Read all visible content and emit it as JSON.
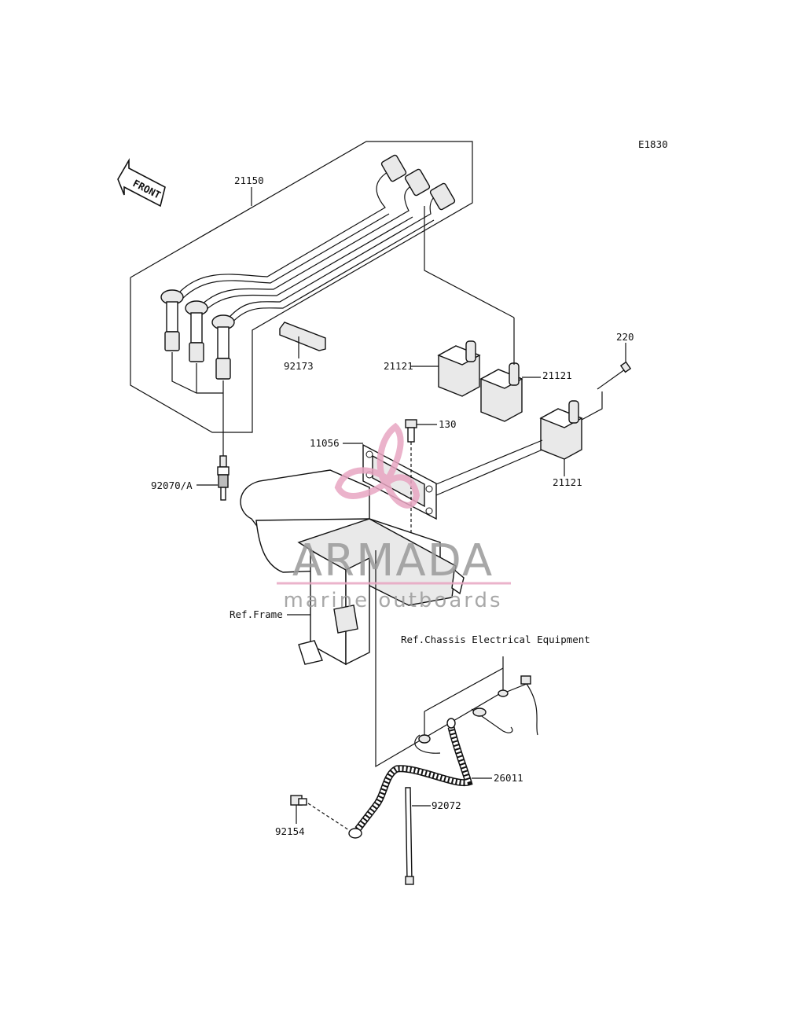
{
  "diagram_code": "E1830",
  "front_label": "FRONT",
  "watermark": {
    "brand": "ARMADA",
    "tagline": "marine outboards",
    "color_pink": "#e8a6c2",
    "color_grey": "#9a9a9a"
  },
  "labels": {
    "p21150": "21150",
    "p92173": "92173",
    "p21121_a": "21121",
    "p21121_b": "21121",
    "p21121_c": "21121",
    "p220": "220",
    "p130": "130",
    "p11056": "11056",
    "p92070A": "92070/A",
    "ref_frame": "Ref.Frame",
    "ref_chassis": "Ref.Chassis Electrical Equipment",
    "p26011": "26011",
    "p92072": "92072",
    "p92154": "92154"
  }
}
